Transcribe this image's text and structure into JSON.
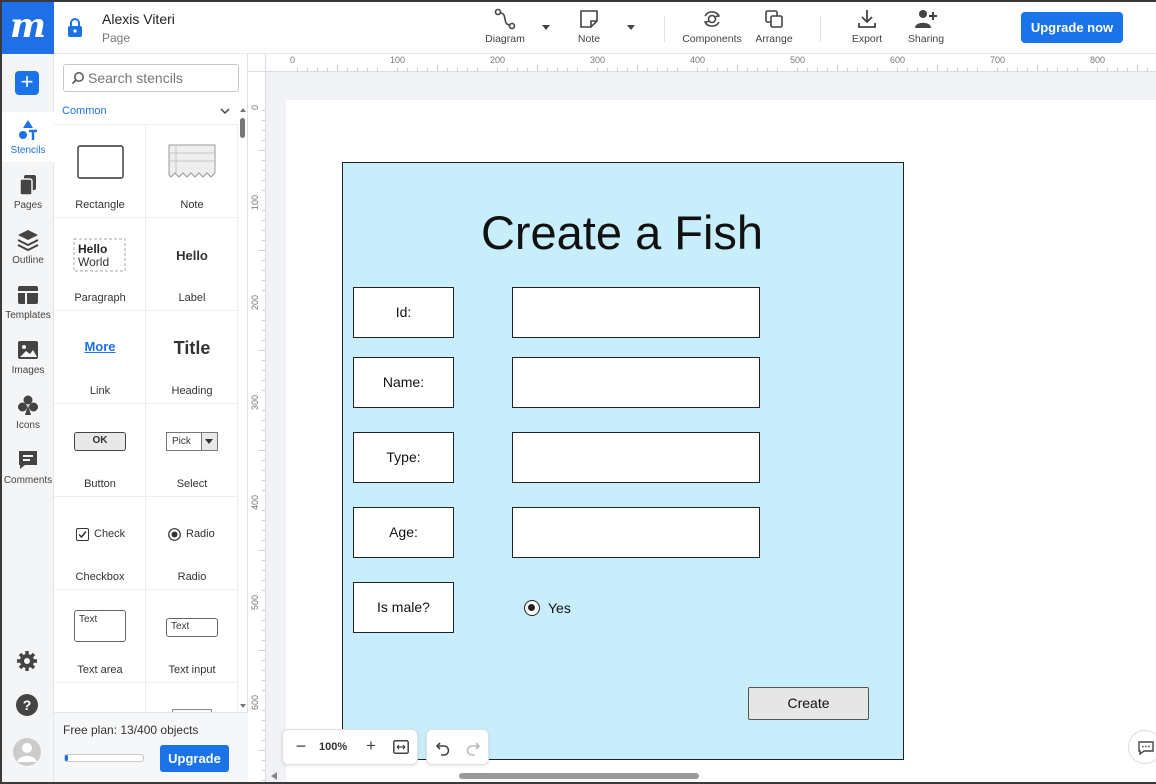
{
  "app": {
    "logo_letter": "m",
    "doc_title": "Alexis Viteri",
    "doc_subtitle": "Page",
    "upgrade_now_label": "Upgrade now",
    "brand_color": "#1a73e8"
  },
  "toolbar": {
    "items": [
      {
        "label": "Diagram",
        "icon": "diagram-icon"
      },
      {
        "label": "Note",
        "icon": "note-icon"
      },
      {
        "label": "Components",
        "icon": "components-icon"
      },
      {
        "label": "Arrange",
        "icon": "arrange-icon"
      },
      {
        "label": "Export",
        "icon": "export-icon"
      },
      {
        "label": "Sharing",
        "icon": "sharing-icon"
      }
    ]
  },
  "rail": {
    "items": [
      {
        "label": "Stencils",
        "icon": "stencils-icon",
        "active": true
      },
      {
        "label": "Pages",
        "icon": "pages-icon"
      },
      {
        "label": "Outline",
        "icon": "outline-icon"
      },
      {
        "label": "Templates",
        "icon": "templates-icon"
      },
      {
        "label": "Images",
        "icon": "images-icon"
      },
      {
        "label": "Icons",
        "icon": "icons-icon"
      },
      {
        "label": "Comments",
        "icon": "comments-icon"
      }
    ]
  },
  "stencils": {
    "search_placeholder": "Search stencils",
    "category": "Common",
    "items": [
      {
        "label": "Rectangle"
      },
      {
        "label": "Note"
      },
      {
        "label": "Paragraph",
        "preview_line1": "Hello",
        "preview_line2": "World"
      },
      {
        "label": "Label",
        "preview": "Hello"
      },
      {
        "label": "Link",
        "preview": "More"
      },
      {
        "label": "Heading",
        "preview": "Title"
      },
      {
        "label": "Button",
        "preview": "OK"
      },
      {
        "label": "Select",
        "preview": "Pick"
      },
      {
        "label": "Checkbox",
        "preview": "Check"
      },
      {
        "label": "Radio",
        "preview": "Radio"
      },
      {
        "label": "Text area",
        "preview": "Text"
      },
      {
        "label": "Text input",
        "preview": "Text"
      }
    ]
  },
  "plan": {
    "text": "Free plan: 13/400 objects",
    "used": 13,
    "limit": 400,
    "upgrade_label": "Upgrade"
  },
  "rulers": {
    "h_ticks": [
      "0",
      "100",
      "200",
      "300",
      "400",
      "500",
      "600",
      "700",
      "800"
    ],
    "v_ticks": [
      "0",
      "100",
      "200",
      "300",
      "400",
      "500",
      "600"
    ]
  },
  "mockup": {
    "title": "Create a Fish",
    "fields": [
      {
        "label": "Id:"
      },
      {
        "label": "Name:"
      },
      {
        "label": "Type:"
      },
      {
        "label": "Age:"
      }
    ],
    "male_label": "Is male?",
    "radio_label": "Yes",
    "create_label": "Create",
    "background": "#c8eefb"
  },
  "zoom": {
    "value": "100%"
  }
}
